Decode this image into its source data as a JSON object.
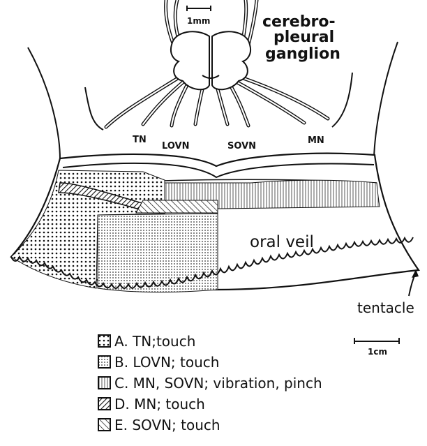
{
  "labels": {
    "ganglion": [
      "cerebro-",
      "pleural",
      "ganglion"
    ],
    "scale_top": "1mm",
    "scale_bottom": "1cm",
    "oral_veil": "oral veil",
    "tentacle": "tentacle"
  },
  "nerves": [
    "TN",
    "LOVN",
    "SOVN",
    "MN"
  ],
  "legend": [
    {
      "text": "A. TN;touch",
      "pattern": "pat-a"
    },
    {
      "text": "B. LOVN; touch",
      "pattern": "pat-b"
    },
    {
      "text": "C. MN, SOVN; vibration, pinch",
      "pattern": "pat-c"
    },
    {
      "text": "D. MN; touch",
      "pattern": "pat-d"
    },
    {
      "text": "E. SOVN; touch",
      "pattern": "pat-e"
    }
  ]
}
